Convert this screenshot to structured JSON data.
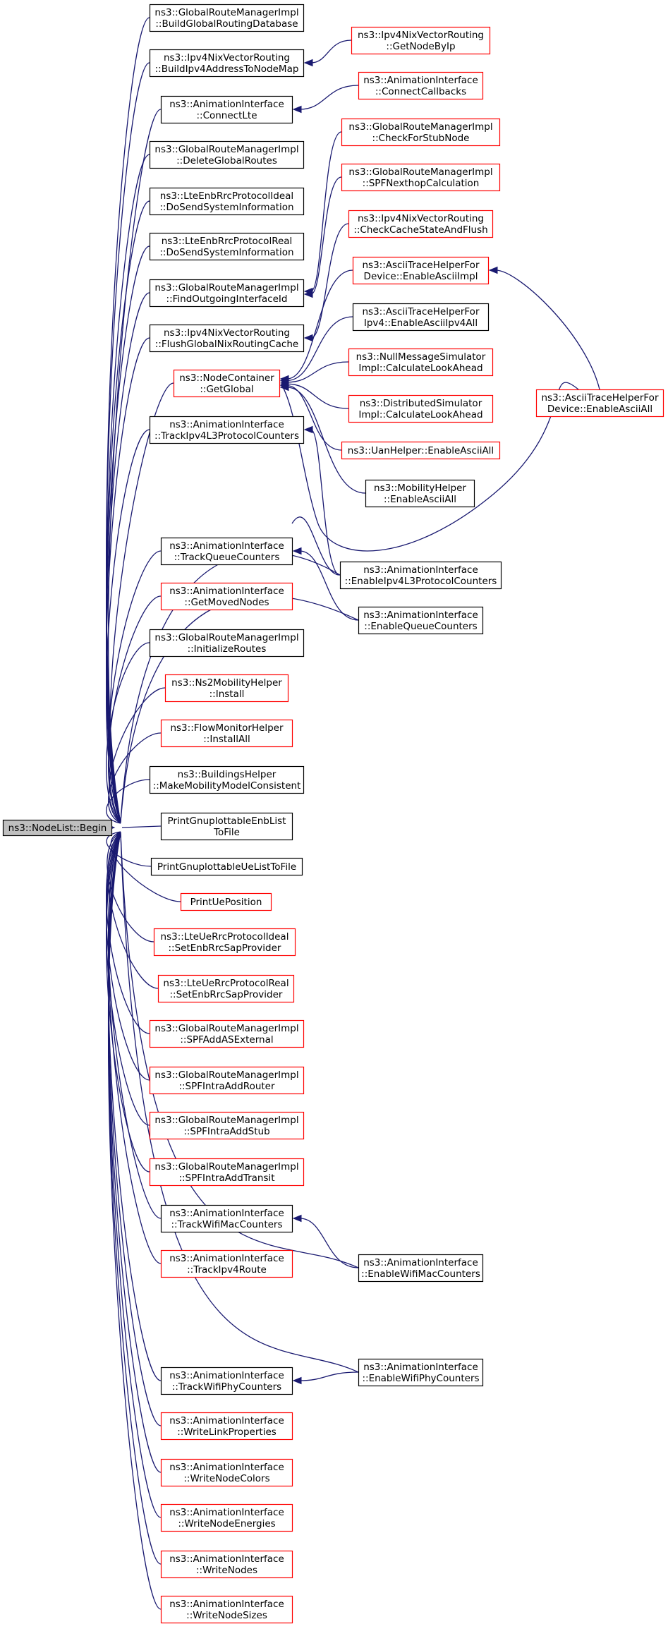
{
  "colors": {
    "edge": "#191970",
    "node_border_black": "#000000",
    "node_border_red": "#ff0000",
    "root_fill": "#bfbfbf",
    "background": "#ffffff"
  },
  "root": {
    "id": "root",
    "lines": [
      "ns3::NodeList::Begin"
    ]
  },
  "nodes": [
    {
      "id": "n1",
      "lines": [
        "ns3::GlobalRouteManagerImpl",
        "::BuildGlobalRoutingDatabase"
      ],
      "border": "black"
    },
    {
      "id": "n2",
      "lines": [
        "ns3::Ipv4NixVectorRouting",
        "::BuildIpv4AddressToNodeMap"
      ],
      "border": "black"
    },
    {
      "id": "n3",
      "lines": [
        "ns3::AnimationInterface",
        "::ConnectLte"
      ],
      "border": "black"
    },
    {
      "id": "n4",
      "lines": [
        "ns3::GlobalRouteManagerImpl",
        "::DeleteGlobalRoutes"
      ],
      "border": "black"
    },
    {
      "id": "n5",
      "lines": [
        "ns3::LteEnbRrcProtocolIdeal",
        "::DoSendSystemInformation"
      ],
      "border": "black"
    },
    {
      "id": "n6",
      "lines": [
        "ns3::LteEnbRrcProtocolReal",
        "::DoSendSystemInformation"
      ],
      "border": "black"
    },
    {
      "id": "n7",
      "lines": [
        "ns3::GlobalRouteManagerImpl",
        "::FindOutgoingInterfaceId"
      ],
      "border": "black"
    },
    {
      "id": "n8",
      "lines": [
        "ns3::Ipv4NixVectorRouting",
        "::FlushGlobalNixRoutingCache"
      ],
      "border": "black"
    },
    {
      "id": "n9",
      "lines": [
        "ns3::NodeContainer",
        "::GetGlobal"
      ],
      "border": "red"
    },
    {
      "id": "n10",
      "lines": [
        "ns3::AnimationInterface",
        "::TrackIpv4L3ProtocolCounters"
      ],
      "border": "black"
    },
    {
      "id": "n11",
      "lines": [
        "ns3::AnimationInterface",
        "::TrackQueueCounters"
      ],
      "border": "black"
    },
    {
      "id": "n12",
      "lines": [
        "ns3::AnimationInterface",
        "::GetMovedNodes"
      ],
      "border": "red"
    },
    {
      "id": "n13",
      "lines": [
        "ns3::GlobalRouteManagerImpl",
        "::InitializeRoutes"
      ],
      "border": "black"
    },
    {
      "id": "n14",
      "lines": [
        "ns3::Ns2MobilityHelper",
        "::Install"
      ],
      "border": "red"
    },
    {
      "id": "n15",
      "lines": [
        "ns3::FlowMonitorHelper",
        "::InstallAll"
      ],
      "border": "red"
    },
    {
      "id": "n16",
      "lines": [
        "ns3::BuildingsHelper",
        "::MakeMobilityModelConsistent"
      ],
      "border": "black"
    },
    {
      "id": "n17",
      "lines": [
        "PrintGnuplottableEnbList",
        "ToFile"
      ],
      "border": "black"
    },
    {
      "id": "n18",
      "lines": [
        "PrintGnuplottableUeListToFile"
      ],
      "border": "black"
    },
    {
      "id": "n19",
      "lines": [
        "PrintUePosition"
      ],
      "border": "red"
    },
    {
      "id": "n20",
      "lines": [
        "ns3::LteUeRrcProtocolIdeal",
        "::SetEnbRrcSapProvider"
      ],
      "border": "red"
    },
    {
      "id": "n21",
      "lines": [
        "ns3::LteUeRrcProtocolReal",
        "::SetEnbRrcSapProvider"
      ],
      "border": "red"
    },
    {
      "id": "n22",
      "lines": [
        "ns3::GlobalRouteManagerImpl",
        "::SPFAddASExternal"
      ],
      "border": "red"
    },
    {
      "id": "n23",
      "lines": [
        "ns3::GlobalRouteManagerImpl",
        "::SPFIntraAddRouter"
      ],
      "border": "red"
    },
    {
      "id": "n24",
      "lines": [
        "ns3::GlobalRouteManagerImpl",
        "::SPFIntraAddStub"
      ],
      "border": "red"
    },
    {
      "id": "n25",
      "lines": [
        "ns3::GlobalRouteManagerImpl",
        "::SPFIntraAddTransit"
      ],
      "border": "red"
    },
    {
      "id": "n26",
      "lines": [
        "ns3::AnimationInterface",
        "::TrackWifiMacCounters"
      ],
      "border": "black"
    },
    {
      "id": "n27",
      "lines": [
        "ns3::AnimationInterface",
        "::TrackIpv4Route"
      ],
      "border": "red"
    },
    {
      "id": "n28",
      "lines": [
        "ns3::AnimationInterface",
        "::TrackWifiPhyCounters"
      ],
      "border": "black"
    },
    {
      "id": "n29",
      "lines": [
        "ns3::AnimationInterface",
        "::WriteLinkProperties"
      ],
      "border": "red"
    },
    {
      "id": "n30",
      "lines": [
        "ns3::AnimationInterface",
        "::WriteNodeColors"
      ],
      "border": "red"
    },
    {
      "id": "n31",
      "lines": [
        "ns3::AnimationInterface",
        "::WriteNodeEnergies"
      ],
      "border": "red"
    },
    {
      "id": "n32",
      "lines": [
        "ns3::AnimationInterface",
        "::WriteNodes"
      ],
      "border": "red"
    },
    {
      "id": "n33",
      "lines": [
        "ns3::AnimationInterface",
        "::WriteNodeSizes"
      ],
      "border": "red"
    },
    {
      "id": "m1",
      "lines": [
        "ns3::Ipv4NixVectorRouting",
        "::GetNodeByIp"
      ],
      "border": "red"
    },
    {
      "id": "m2",
      "lines": [
        "ns3::AnimationInterface",
        "::ConnectCallbacks"
      ],
      "border": "red"
    },
    {
      "id": "m3",
      "lines": [
        "ns3::GlobalRouteManagerImpl",
        "::CheckForStubNode"
      ],
      "border": "red"
    },
    {
      "id": "m4",
      "lines": [
        "ns3::GlobalRouteManagerImpl",
        "::SPFNexthopCalculation"
      ],
      "border": "red"
    },
    {
      "id": "m5",
      "lines": [
        "ns3::Ipv4NixVectorRouting",
        "::CheckCacheStateAndFlush"
      ],
      "border": "red"
    },
    {
      "id": "m6",
      "lines": [
        "ns3::AsciiTraceHelperFor",
        "Device::EnableAsciiImpl"
      ],
      "border": "red"
    },
    {
      "id": "m7",
      "lines": [
        "ns3::AsciiTraceHelperFor",
        "Ipv4::EnableAsciiIpv4All"
      ],
      "border": "black"
    },
    {
      "id": "m8",
      "lines": [
        "ns3::NullMessageSimulator",
        "Impl::CalculateLookAhead"
      ],
      "border": "red"
    },
    {
      "id": "m9",
      "lines": [
        "ns3::DistributedSimulator",
        "Impl::CalculateLookAhead"
      ],
      "border": "red"
    },
    {
      "id": "m10",
      "lines": [
        "ns3::UanHelper::EnableAsciiAll"
      ],
      "border": "red"
    },
    {
      "id": "m11",
      "lines": [
        "ns3::MobilityHelper",
        "::EnableAsciiAll"
      ],
      "border": "black"
    },
    {
      "id": "m12",
      "lines": [
        "ns3::AnimationInterface",
        "::EnableIpv4L3ProtocolCounters"
      ],
      "border": "black"
    },
    {
      "id": "m13",
      "lines": [
        "ns3::AnimationInterface",
        "::EnableQueueCounters"
      ],
      "border": "black"
    },
    {
      "id": "m14",
      "lines": [
        "ns3::AnimationInterface",
        "::EnableWifiMacCounters"
      ],
      "border": "black"
    },
    {
      "id": "m15",
      "lines": [
        "ns3::AnimationInterface",
        "::EnableWifiPhyCounters"
      ],
      "border": "black"
    },
    {
      "id": "r1",
      "lines": [
        "ns3::AsciiTraceHelperFor",
        "Device::EnableAsciiAll"
      ],
      "border": "red"
    }
  ]
}
